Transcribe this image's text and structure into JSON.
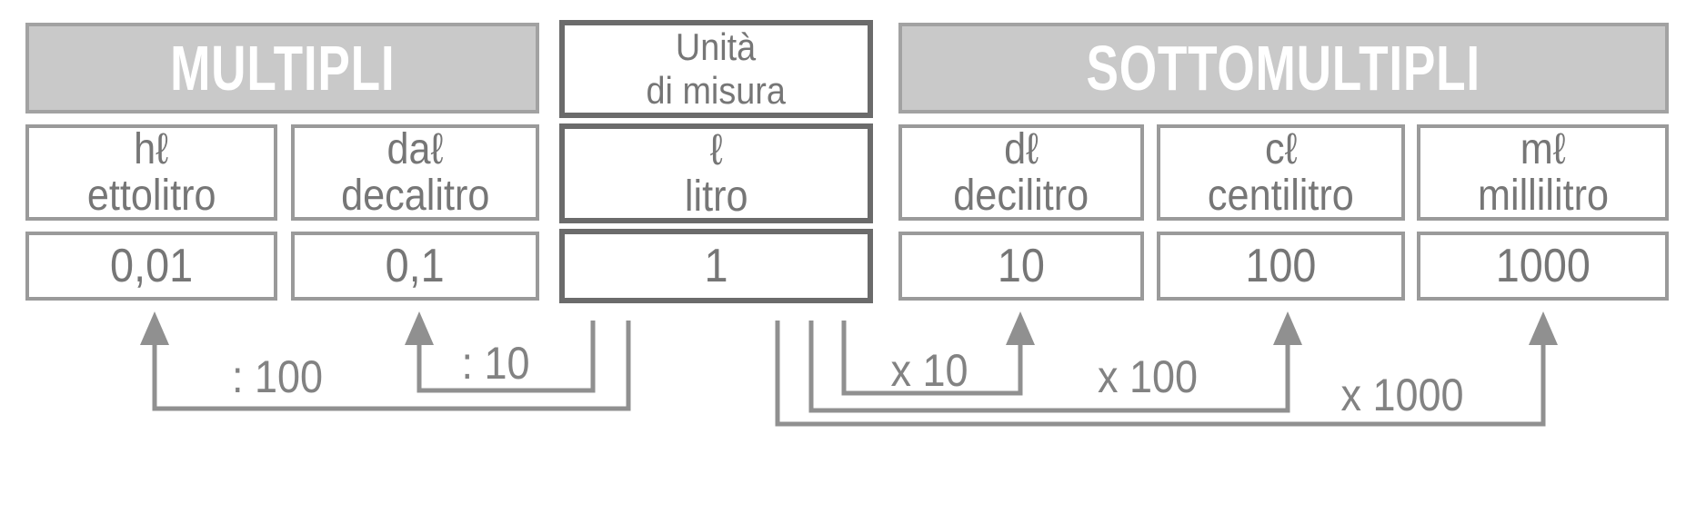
{
  "diagram": {
    "group_headers": {
      "multipli": "MULTIPLI",
      "unita_line1": "Unità",
      "unita_line2": "di misura",
      "sottomultipli": "SOTTOMULTIPLI"
    },
    "columns": [
      {
        "symbol": "hℓ",
        "name": "ettolitro",
        "value": "0,01"
      },
      {
        "symbol": "daℓ",
        "name": "decalitro",
        "value": "0,1"
      },
      {
        "symbol": "ℓ",
        "name": "litro",
        "value": "1"
      },
      {
        "symbol": "dℓ",
        "name": "decilitro",
        "value": "10"
      },
      {
        "symbol": "cℓ",
        "name": "centilitro",
        "value": "100"
      },
      {
        "symbol": "mℓ",
        "name": "millilitro",
        "value": "1000"
      }
    ],
    "conversions": [
      {
        "label": ": 100",
        "points_to": "ettolitro"
      },
      {
        "label": ": 10",
        "points_to": "decalitro"
      },
      {
        "label": "x 10",
        "points_to": "decilitro"
      },
      {
        "label": "x 100",
        "points_to": "centilitro"
      },
      {
        "label": "x 1000",
        "points_to": "millilitro"
      }
    ],
    "colors": {
      "header_fill": "#c9c9c9",
      "header_text": "#ffffff",
      "box_border": "#9a9a9a",
      "base_unit_border": "#6b6b6b",
      "text": "#767676",
      "arrow_line": "#909090"
    }
  }
}
